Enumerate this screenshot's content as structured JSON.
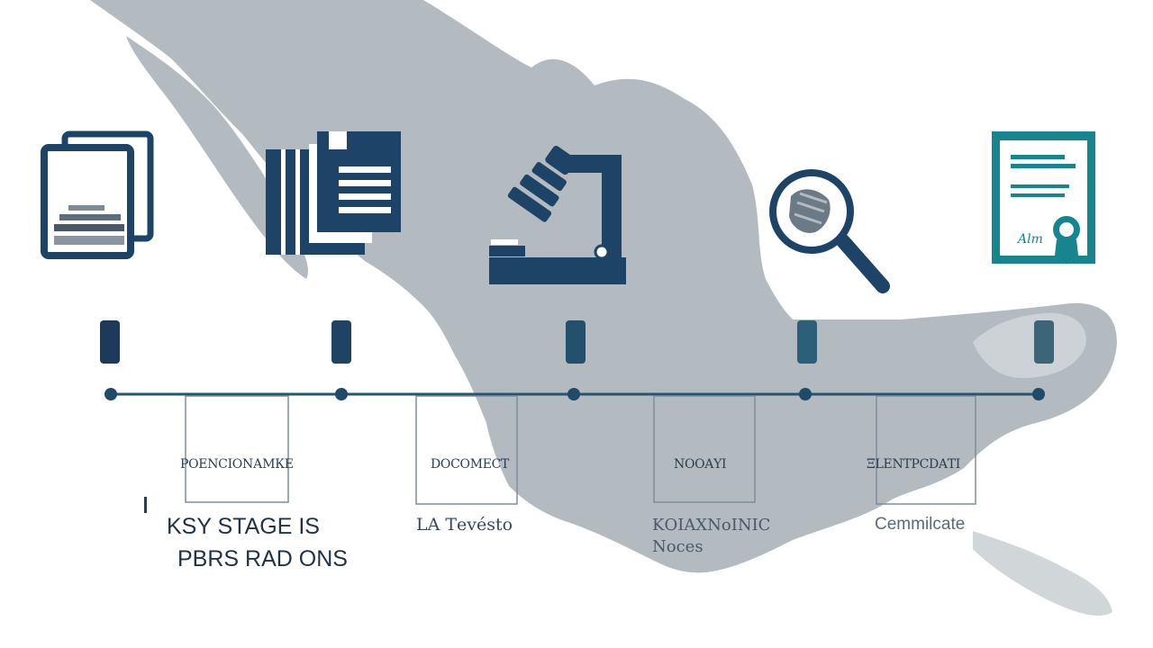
{
  "colors": {
    "map_fill": "#b3bac0",
    "navy": "#1d4466",
    "teal": "#16858d",
    "timeline_gradient": [
      "#1e3a5a",
      "#2f6f8a",
      "#456f83"
    ]
  },
  "stages": [
    {
      "icon": "document-stack-icon",
      "box_label": "РОЕNСІОNАМКЕ",
      "caption": ""
    },
    {
      "icon": "document-icon",
      "box_label": "DОСОМЕСТ",
      "caption": "LA Тevésto"
    },
    {
      "icon": "microscope-icon",
      "box_label": "ΝΟΟΑΥΙ",
      "caption": "ΚΟΙΑΧΝοΙΝΙC Νοces"
    },
    {
      "icon": "magnifier-icon",
      "box_label": "ΞLΕΝΤΡCDΑΤΙ",
      "caption": "Cemmilcate"
    },
    {
      "icon": "certificate-icon",
      "box_label": "",
      "caption": ""
    }
  ],
  "summary": {
    "line1": "KSY STAGE IS",
    "line2": "PBRS RAD ONS"
  },
  "certificate_signature": "Alm"
}
